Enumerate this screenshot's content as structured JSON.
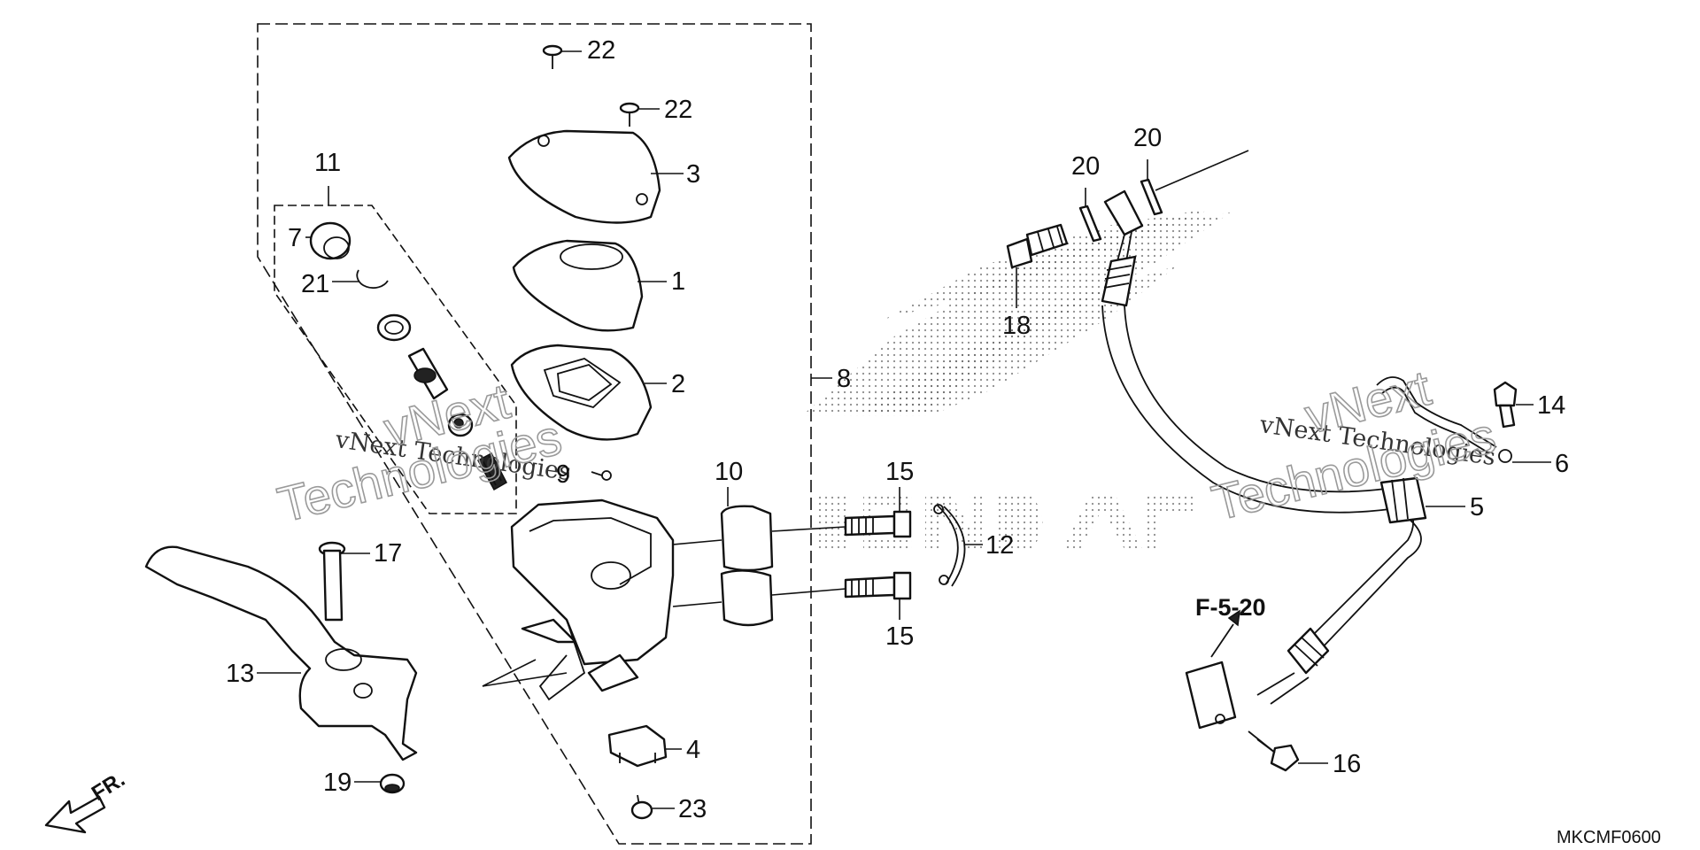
{
  "diagram": {
    "callouts": {
      "n22a": "22",
      "n22b": "22",
      "n3": "3",
      "n1": "1",
      "n2": "2",
      "n11": "11",
      "n7": "7",
      "n21": "21",
      "n9": "9",
      "n8": "8",
      "n10": "10",
      "n15a": "15",
      "n15b": "15",
      "n12": "12",
      "n17": "17",
      "n13": "13",
      "n19": "19",
      "n4": "4",
      "n23": "23",
      "n18": "18",
      "n20a": "20",
      "n20b": "20",
      "n14": "14",
      "n6": "6",
      "n5": "5",
      "n16": "16"
    },
    "reference_label": "F-5-20",
    "front_label": "FR.",
    "diagram_code": "MKCMF0600"
  },
  "watermark": {
    "line_small": "vNext Technologies",
    "word_top": "vNext",
    "word_bottom": "Technologies"
  }
}
